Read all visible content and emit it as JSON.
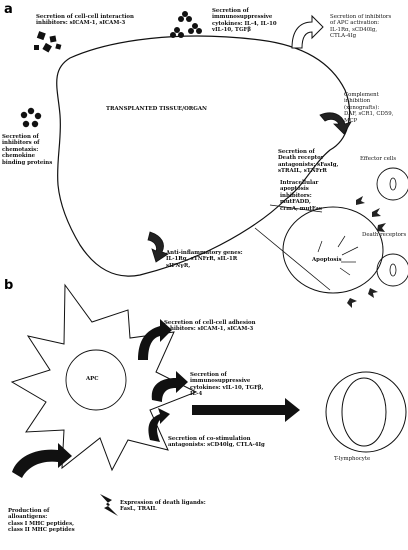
{
  "panel_a": {
    "letter": "a",
    "title": "TRANSPLANTED TISSUE/ORGAN",
    "labels": {
      "cell_cell": "Secretion of cell-cell interaction\ninhibitors: sICAM-1, sICAM-3",
      "immuno": "Secretion of\nimmunosuppressive\ncytokines: IL-4, IL-10\nvIL-10, TGFβ",
      "apc_inhib": "Secretion of inhibitors\nof APC activation:\nIL-1Rα, sCD40lg,\nCTLA-4Ig",
      "chemo": "Secretion of\ninhibitors of\nchemotaxis:\nchemokine\nbinding proteins",
      "complement": "Complement\ninhibition\n(xenografts):\nDAF, sCR1, CD59,\nMCP",
      "death_rec_ant": "Secretion of\nDeath receptor\nantagonists: sFasIg,\nsTRAIL, sTNFrR",
      "effector": "Effector cells",
      "intracell": "Intracellular\napoptosis\ninhibitors:\nmutFADD,\ncrmA, mutFas",
      "apoptosis": "Apoptosis",
      "death_receptors": "Death receptors",
      "anti_inflam": "Anti-inflammatory genes:\nIL-1Rα, sTNFrR, sIL-1R\nsIFNγR,"
    }
  },
  "panel_b": {
    "letter": "b",
    "labels": {
      "apc": "APC",
      "adhesion": "Secretion of cell-cell adhesion\ninhibitors: sICAM-1, sICAM-3",
      "immuno": "Secretion of\nimmunosuppressive\ncytokines: vIL-10, TGFβ,\nIL-4",
      "costim": "Secretion of co-stimulation\nantagonists: sCD40lg, CTLA-4Ig",
      "tlymph": "T-lymphocyte",
      "alloantigens": "Production of\nalloantigens:\nclass I MHC peptides,\nclass II MHC peptides",
      "death_ligands": "Expression of death ligands:\nFasL, TRAIL"
    }
  }
}
